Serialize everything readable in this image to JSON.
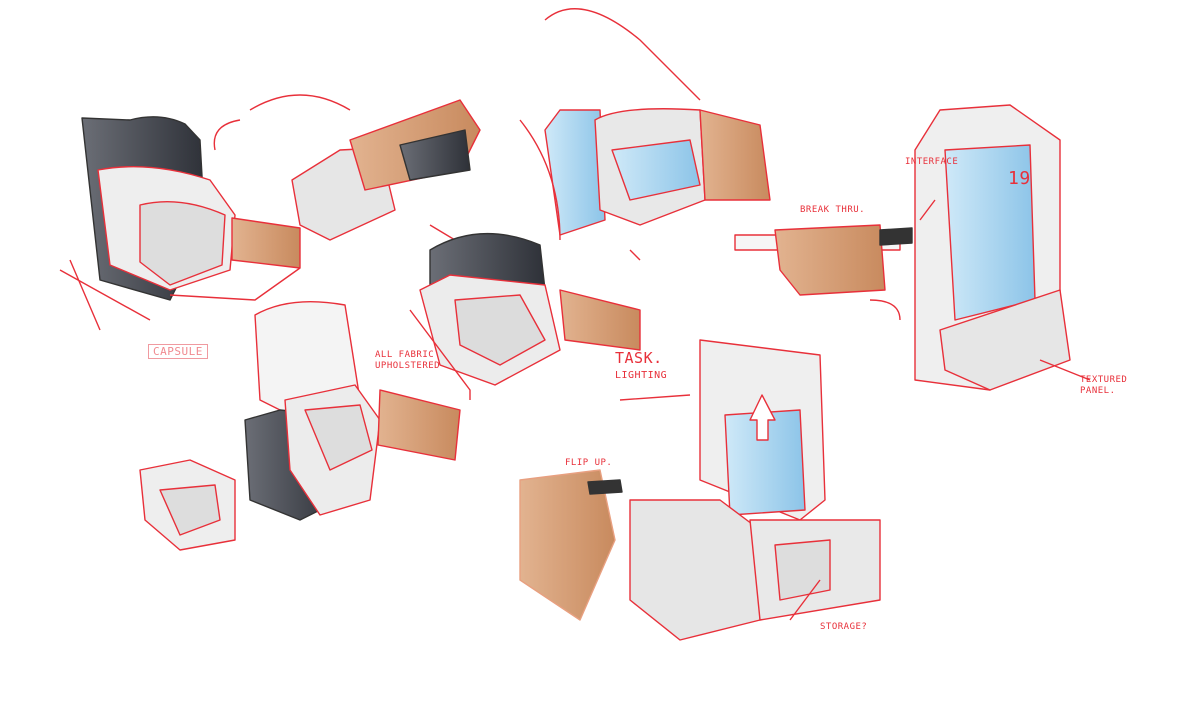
{
  "annotations": {
    "capsule": "CAPSULE",
    "fabric_line1": "ALL FABRIC",
    "fabric_line2": "UPHOLSTERED",
    "task_line1": "TASK.",
    "task_line2": "LIGHTING",
    "flip_up": "FLIP UP.",
    "break_thru": "BREAK THRU.",
    "interface": "INTERFACE",
    "seat_number": "19",
    "textured_line1": "TEXTURED",
    "textured_line2": "PANEL.",
    "storage": "STORAGE?"
  },
  "colors": {
    "sketch_line": "#e8303a",
    "wood": "#d9a27a",
    "glass": "#a9d6f0",
    "dark_panel": "#4a4d55",
    "surface": "#e6e6e6"
  }
}
